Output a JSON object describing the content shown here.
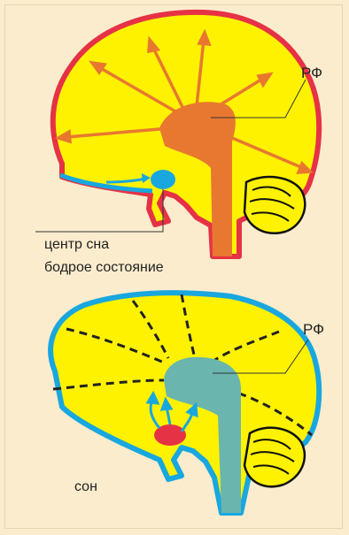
{
  "top_diagram": {
    "rf_label": "РФ",
    "sleep_center_label": "центр сна",
    "state_label": "бодрое состояние"
  },
  "bottom_diagram": {
    "rf_label": "РФ",
    "state_label": "сон"
  },
  "colors": {
    "background": "#fbeccd",
    "brain_fill": "#fff200",
    "awake_outline": "#e63245",
    "sleep_outline": "#18a7df",
    "rf_awake": "#e8782f",
    "rf_sleep": "#6ab5ae",
    "sleep_center_awake": "#18a7df",
    "sleep_center_sleep": "#e63245",
    "dashes": "#222222"
  }
}
